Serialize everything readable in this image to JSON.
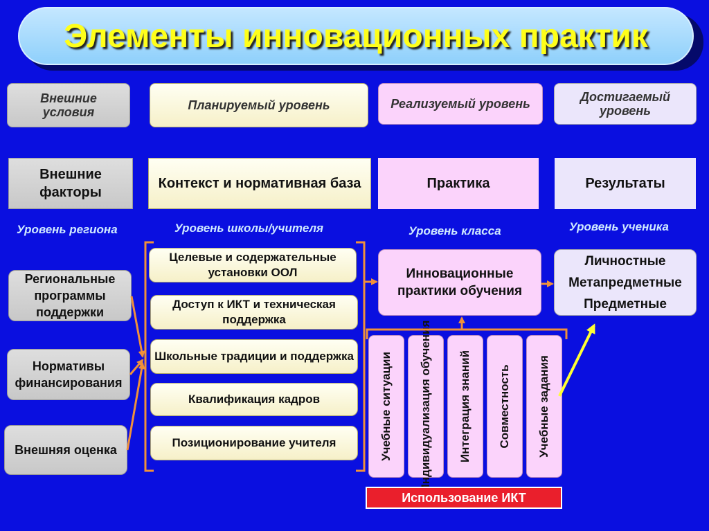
{
  "title": "Элементы инновационных практик",
  "headers": {
    "external": "Внешние условия",
    "planned": "Планируемый уровень",
    "realized": "Реализуемый уровень",
    "achieved": "Достигаемый уровень"
  },
  "blocks": {
    "factors": "Внешние факторы",
    "context": "Контекст и нормативная база",
    "practice": "Практика",
    "results": "Результаты"
  },
  "levels": {
    "region": "Уровень региона",
    "school": "Уровень школы/учителя",
    "class": "Уровень класса",
    "student": "Уровень ученика"
  },
  "region_items": [
    "Региональные программы поддержки",
    "Нормативы финансирования",
    "Внешняя оценка"
  ],
  "school_items": [
    "Целевые и содержательные установки ООЛ",
    "Доступ к ИКТ и техническая поддержка",
    "Школьные традиции и поддержка",
    "Квалификация кадров",
    "Позиционирование учителя"
  ],
  "innovation_practices": "Инновационные практики обучения",
  "outcomes": [
    "Личностные",
    "Метапредметные",
    "Предметные"
  ],
  "class_columns": [
    "Учебные ситуации",
    "Индивидуализация обучения",
    "Интеграция знаний",
    "Совместность",
    "Учебные задания"
  ],
  "ict_label": "Использование ИКТ",
  "colors": {
    "background": "#0a0fe0",
    "title_text": "#ffff1a",
    "bracket": "#f0913a",
    "arrow_yellow": "#ffff33",
    "ict_red": "#ea1f2c"
  }
}
